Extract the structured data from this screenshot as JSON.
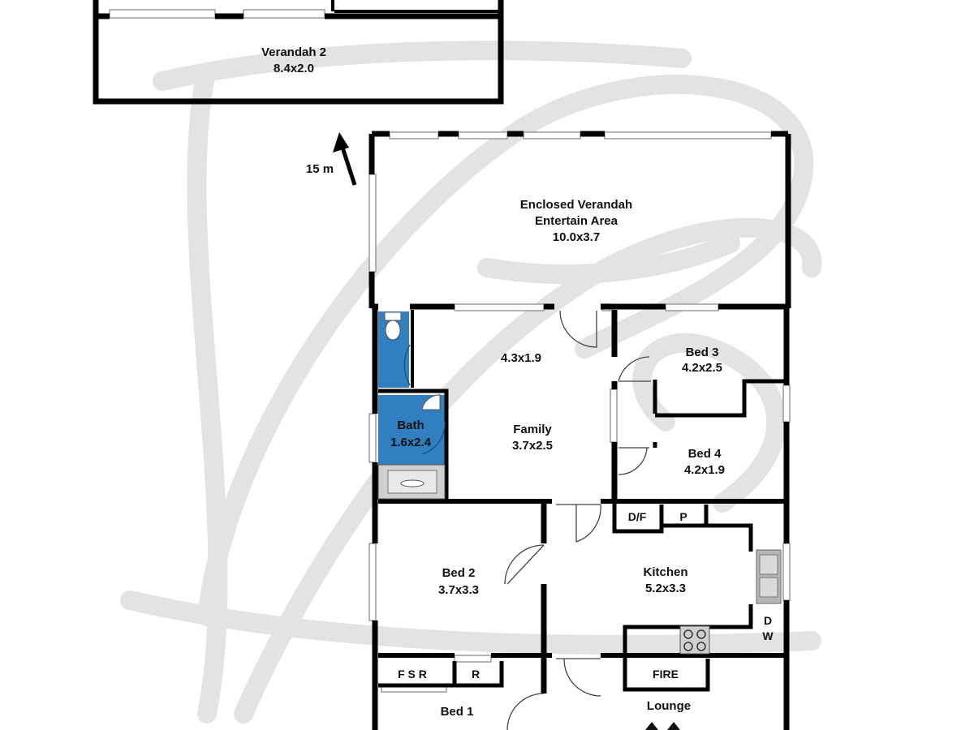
{
  "colors": {
    "wall": "#000000",
    "wet_area": "#2f7fc1",
    "watermark": "#dedede",
    "window": "#9a9a9a",
    "appliance": "#b5b5b5"
  },
  "icons": [
    "north-arrow-icon",
    "toilet-icon",
    "shower-icon",
    "bath-tub-icon",
    "sink-icon",
    "stove-icon",
    "watermark-logo"
  ],
  "north": {
    "label": "15 m"
  },
  "rooms": {
    "verandah2": {
      "name": "Verandah 2",
      "size": "8.4x2.0"
    },
    "enclosed_verandah": {
      "line1": "Enclosed Verandah",
      "line2": "Entertain Area",
      "size": "10.0x3.7"
    },
    "family_upper": {
      "size": "4.3x1.9"
    },
    "family": {
      "name": "Family",
      "size": "3.7x2.5"
    },
    "bed3": {
      "name": "Bed 3",
      "size": "4.2x2.5"
    },
    "bed4": {
      "name": "Bed 4",
      "size": "4.2x1.9"
    },
    "bath": {
      "name": "Bath",
      "size": "1.6x2.4"
    },
    "bed2": {
      "name": "Bed 2",
      "size": "3.7x3.3"
    },
    "kitchen": {
      "name": "Kitchen",
      "size": "5.2x3.3"
    },
    "bed1": {
      "name": "Bed 1"
    },
    "lounge": {
      "name": "Lounge"
    }
  },
  "fixtures": {
    "df": "D/F",
    "pantry": "P",
    "dw1": "D",
    "dw2": "W",
    "fsr": "F S R",
    "robe": "R",
    "fire": "FIRE"
  }
}
